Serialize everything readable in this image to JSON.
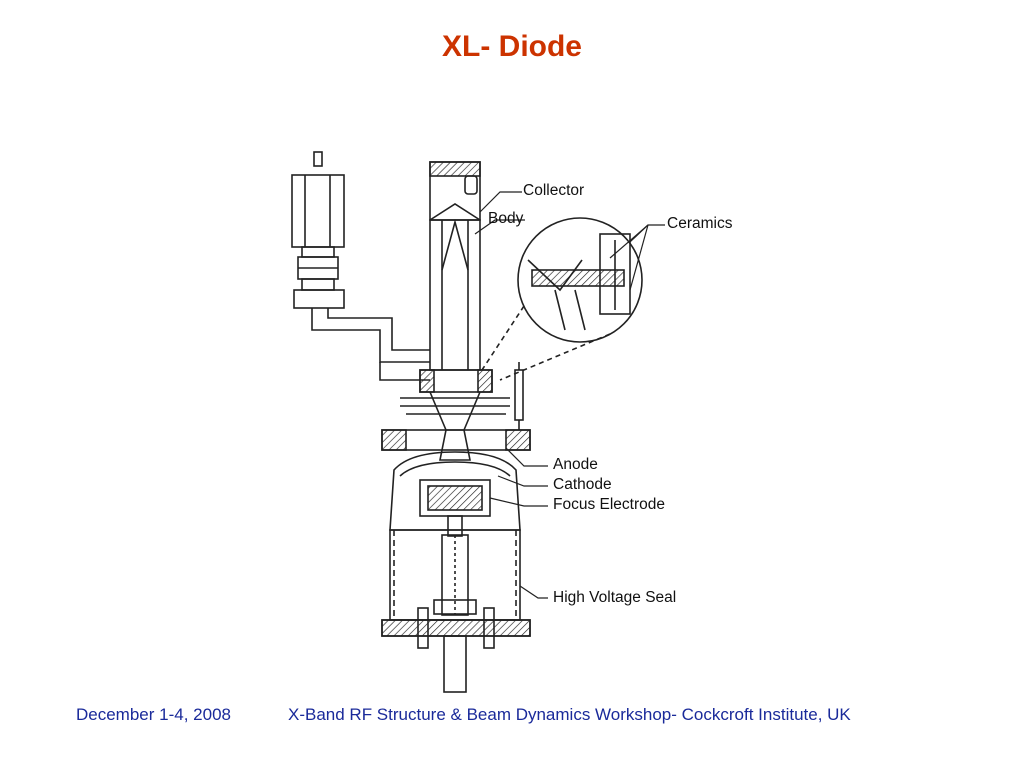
{
  "slide": {
    "title": "XL- Diode",
    "title_color": "#cc3300"
  },
  "diagram": {
    "labels": {
      "collector": "Collector",
      "body": "Body",
      "ceramics": "Ceramics",
      "anode": "Anode",
      "cathode": "Cathode",
      "focus_electrode": "Focus Electrode",
      "high_voltage_seal": "High Voltage Seal"
    }
  },
  "footer": {
    "date": "December 1-4, 2008",
    "event": "X-Band RF Structure & Beam Dynamics Workshop- Cockcroft Institute, UK",
    "color": "#1a2a9a"
  }
}
